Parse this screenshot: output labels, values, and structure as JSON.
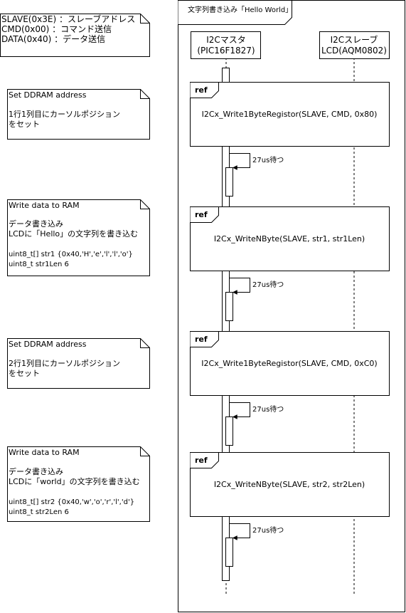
{
  "frame": {
    "title": "文字列書き込み「Hello World」"
  },
  "legend": {
    "lines": [
      "SLAVE(0x3E) ：スレーブアドレス",
      "CMD(0x00)   ：コマンド送信",
      "DATA(0x40)  ：データ送信"
    ]
  },
  "participants": [
    {
      "line1": "I2Cマスタ",
      "line2": "(PIC16F1827)"
    },
    {
      "line1": "I2Cスレーブ",
      "line2": "LCD(AQM0802)"
    }
  ],
  "notes": [
    {
      "lines": [
        "Set DDRAM address",
        "",
        "1行1列目にカーソルポジション",
        "をセット"
      ]
    },
    {
      "lines": [
        "Write data to RAM",
        "",
        "データ書き込み",
        "LCDに「Hello」の文字列を書き込む",
        "",
        "uint8_t[] str1 {0x40,'H','e','l','l','o'}",
        "uint8_t str1Len 6"
      ]
    },
    {
      "lines": [
        "Set DDRAM address",
        "",
        "2行1列目にカーソルポジション",
        "をセット"
      ]
    },
    {
      "lines": [
        "Write data to RAM",
        "",
        "データ書き込み",
        "LCDに「world」の文字列を書き込む",
        "",
        "uint8_t[] str2 {0x40,'w','o','r','l','d'}",
        "uint8_t str2Len 6"
      ]
    }
  ],
  "refs": [
    {
      "tag": "ref",
      "label": "I2Cx_Write1ByteRegistor(SLAVE, CMD, 0x80)"
    },
    {
      "tag": "ref",
      "label": "I2Cx_WriteNByte(SLAVE, str1, str1Len)"
    },
    {
      "tag": "ref",
      "label": "I2Cx_Write1ByteRegistor(SLAVE, CMD, 0xC0)"
    },
    {
      "tag": "ref",
      "label": "I2Cx_WriteNByte(SLAVE, str2, str2Len)"
    }
  ],
  "waits": [
    {
      "label": "27us待つ"
    },
    {
      "label": "27us待つ"
    },
    {
      "label": "27us待つ"
    },
    {
      "label": "27us待つ"
    }
  ]
}
